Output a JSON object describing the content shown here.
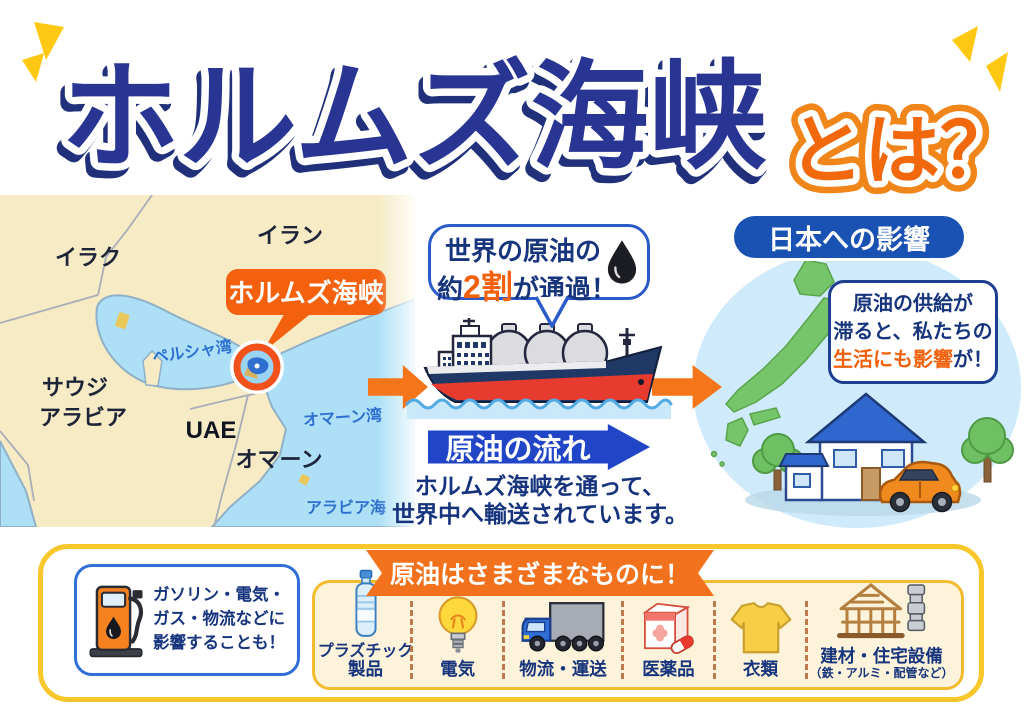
{
  "title": {
    "main": "ホルムズ海峡",
    "suffix": "とは？"
  },
  "map": {
    "countries": {
      "iraq": "イラク",
      "iran": "イラン",
      "saudi1": "サウジ",
      "saudi2": "アラビア",
      "uae": "UAE",
      "oman": "オマーン"
    },
    "seas": {
      "persian_gulf": "ペルシャ湾",
      "gulf_of_oman": "オマーン湾",
      "arabian_sea": "アラビア海"
    },
    "strait_label": "ホルムズ海峡"
  },
  "shipping": {
    "bubble": {
      "line1": "世界の原油の",
      "pre": "約",
      "highlight": "2割",
      "post": "が通過！"
    },
    "flow_arrow_label": "原油の流れ",
    "caption1": "ホルムズ海峡を通って、",
    "caption2": "世界中へ輸送されています。"
  },
  "japan": {
    "badge": "日本への影響",
    "bubble": {
      "line1": "原油の供給が",
      "line2": "滞ると、私たちの",
      "highlight": "生活にも影響",
      "post": "が！"
    }
  },
  "bottom": {
    "note": {
      "line1": "ガソリン・電気・",
      "line2": "ガス・物流などに",
      "line3": "影響することも！"
    },
    "ribbon": "原油はさまざまなものに！",
    "items": [
      {
        "label1": "プラズチック",
        "label2": "製品",
        "icon": "plastic-bottle-icon"
      },
      {
        "label1": "電気",
        "label2": "",
        "icon": "light-bulb-icon"
      },
      {
        "label1": "物流・運送",
        "label2": "",
        "icon": "truck-icon"
      },
      {
        "label1": "医薬品",
        "label2": "",
        "icon": "medicine-icon"
      },
      {
        "label1": "衣類",
        "label2": "",
        "icon": "tshirt-icon"
      },
      {
        "label1": "建材・住宅設備",
        "label2": "（鉄・アルミ・配管など）",
        "icon": "building-materials-icon"
      }
    ]
  },
  "colors": {
    "title_blue": "#283593",
    "accent_orange": "#F2680D",
    "navy_text": "#17357D",
    "arrow_blue": "#2145C7",
    "badge_blue": "#1A52B4",
    "ribbon_orange": "#F2711C",
    "border_yellow": "#F8C72B",
    "map_land": "#F6EBC5",
    "map_sea": "#ADE0F6",
    "japan_green": "#77C56A"
  }
}
